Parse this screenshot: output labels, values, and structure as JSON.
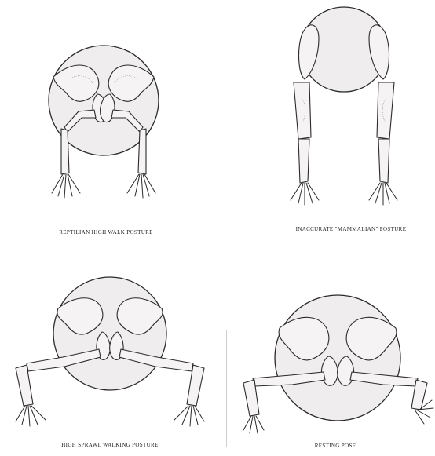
{
  "captions": {
    "top_left": "REPTILIAN HIGH WALK POSTURE",
    "top_right": "INACCURATE \"MAMMALIAN\" POSTURE",
    "bottom_left": "HIGH SPRAWL WALKING POSTURE",
    "bottom_right": "RESTING POSE"
  },
  "colors": {
    "body_fill": "#efeded",
    "outline": "#2a2a2a",
    "background": "#ffffff"
  }
}
